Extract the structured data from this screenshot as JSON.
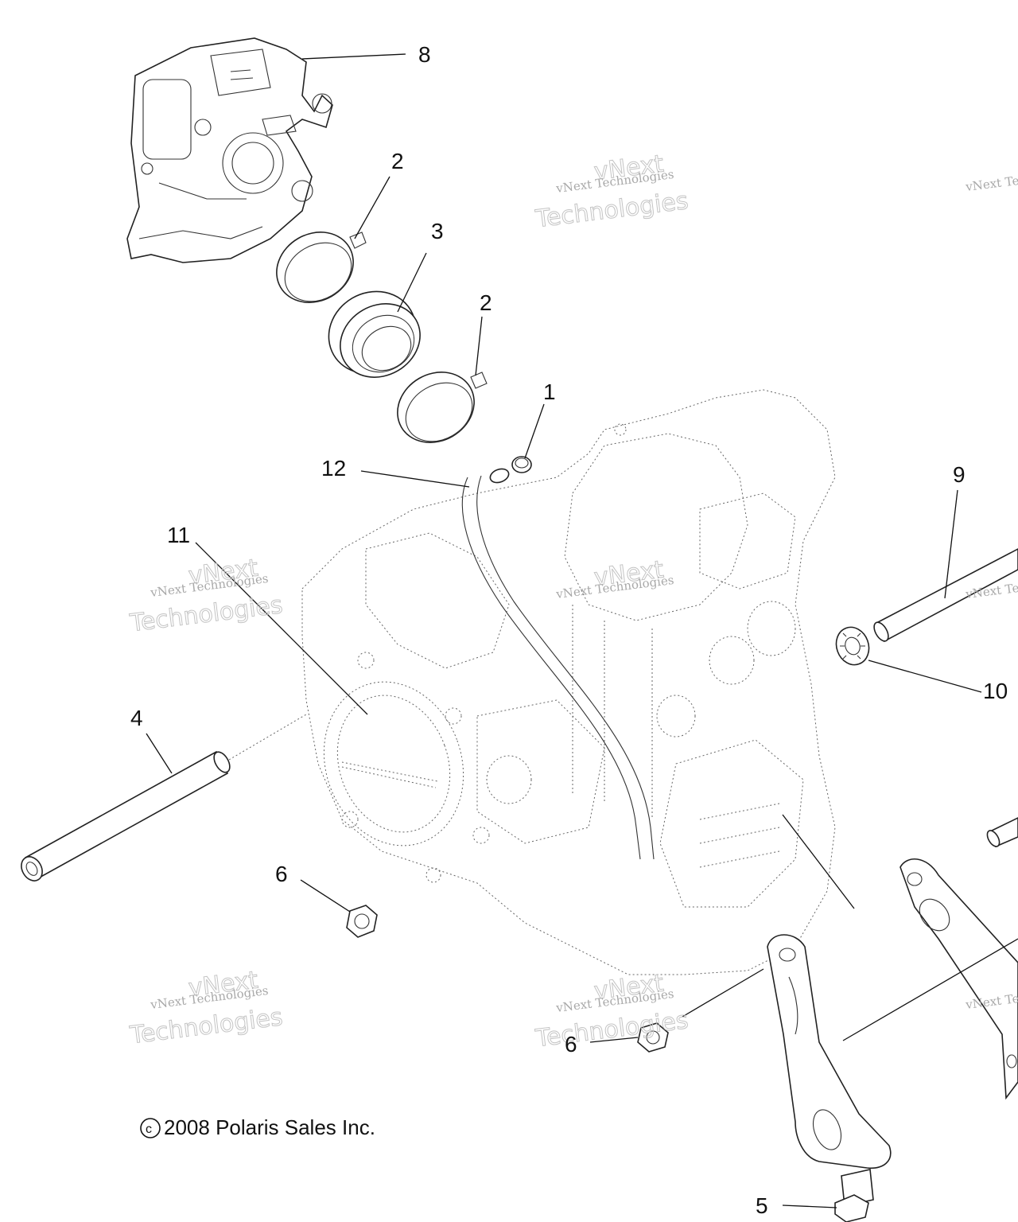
{
  "diagram": {
    "callouts": [
      {
        "id": "c8",
        "label": "8"
      },
      {
        "id": "c2a",
        "label": "2"
      },
      {
        "id": "c3",
        "label": "3"
      },
      {
        "id": "c2b",
        "label": "2"
      },
      {
        "id": "c1",
        "label": "1"
      },
      {
        "id": "c12",
        "label": "12"
      },
      {
        "id": "c9",
        "label": "9"
      },
      {
        "id": "c11",
        "label": "11"
      },
      {
        "id": "c10",
        "label": "10"
      },
      {
        "id": "c4",
        "label": "4"
      },
      {
        "id": "c6a",
        "label": "6"
      },
      {
        "id": "c6b",
        "label": "6"
      },
      {
        "id": "c5",
        "label": "5"
      }
    ],
    "watermark": {
      "line1": "vNext Technologies",
      "line2": "vNext",
      "line3": "Technologies"
    },
    "copyright": "2008 Polaris Sales Inc."
  }
}
